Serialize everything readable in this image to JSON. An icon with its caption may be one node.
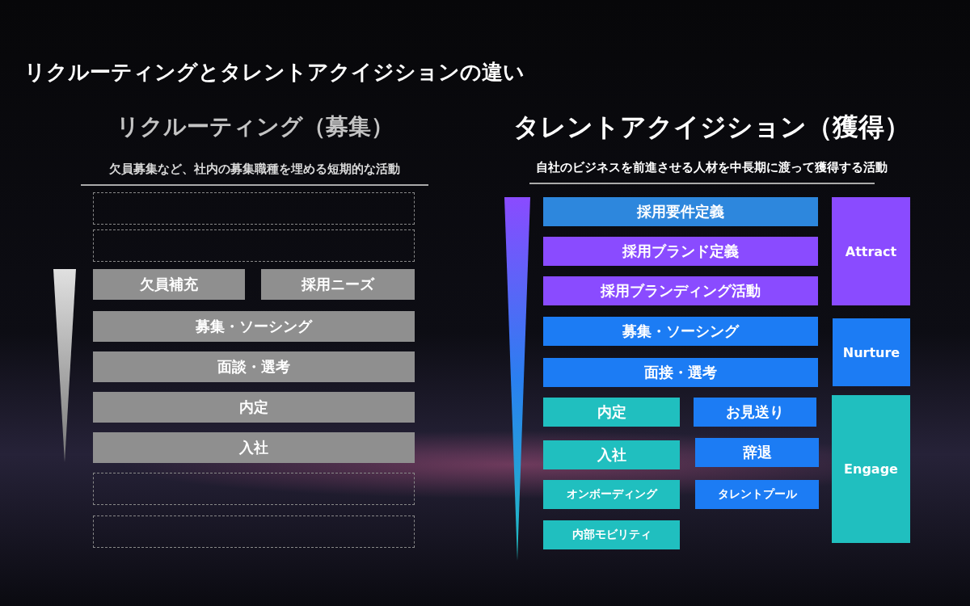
{
  "diagram": {
    "title": "リクルーティングとタレントアクイジションの違い",
    "nodes": [
      {
        "text": [],
        "shape": "box"
      },
      {
        "text": [],
        "shape": "box"
      },
      {
        "text": [
          "欠員補充"
        ]
      },
      {
        "text": [
          "採用ニーズ"
        ]
      },
      {
        "text": [
          "募集・ソーシング"
        ]
      },
      {
        "text": [
          "面談・選考"
        ]
      },
      {
        "text": [
          "内定"
        ]
      },
      {
        "text": [
          "入社"
        ]
      },
      {
        "text": [],
        "shape": "box"
      },
      {
        "text": [],
        "shape": "box"
      },
      {
        "text": [
          "採用要件定義"
        ]
      },
      {
        "text": [
          "Attract"
        ]
      },
      {
        "text": [
          "採用ブランド定義"
        ]
      },
      {
        "text": [
          "採用ブランディング活動"
        ]
      },
      {
        "text": [
          "募集・ソーシング"
        ]
      },
      {
        "text": [
          "Nurture"
        ]
      },
      {
        "text": [
          "面接・選考"
        ]
      },
      {
        "text": [
          "内定"
        ]
      },
      {
        "text": [
          "お見送り"
        ]
      },
      {
        "text": [
          "Engage"
        ]
      },
      {
        "text": [
          "入社"
        ]
      },
      {
        "text": [
          "辞退"
        ]
      },
      {
        "text": [
          "オンボーディング"
        ]
      },
      {
        "text": [
          "タレントプール"
        ]
      },
      {
        "text": [
          "内部モビリティ"
        ]
      },
      {
        "text": [],
        "shape": "triangle"
      },
      {
        "text": [],
        "shape": "triangle"
      }
    ],
    "edges": [],
    "labels": [
      "リクルーティング（募集）",
      "欠員募集など、社内の募集職種を埋める短期的な活動",
      "タレントアクイジション（獲得）",
      "自社のビジネスを前進させる人材を中長期に渡って獲得する活動"
    ]
  }
}
